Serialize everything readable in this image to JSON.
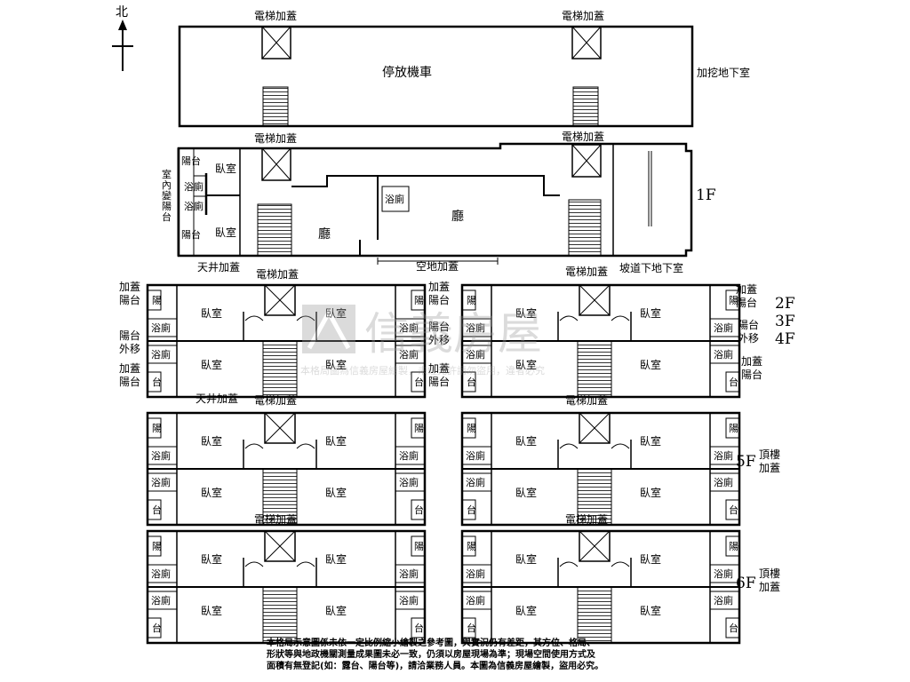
{
  "north": "北",
  "basement": {
    "elevator_left": "電梯加蓋",
    "elevator_right": "電梯加蓋",
    "area": "停放機車",
    "side_note": "加挖地下室"
  },
  "floor1": {
    "elevator_left": "電梯加蓋",
    "elevator_right": "電梯加蓋",
    "floor_label": "1F",
    "vertical_note": "室內變陽台",
    "balcony": "陽台",
    "bath": "浴廁",
    "bedroom": "臥室",
    "hall": "廳",
    "patio_note": "天井加蓋",
    "vacant_note": "空地加蓋",
    "ramp_note": "坡道下地下室"
  },
  "floors234": {
    "elevator_left": "電梯加蓋",
    "elevator_right": "電梯加蓋",
    "floor_labels": [
      "2F",
      "3F",
      "4F"
    ],
    "annot_add": "加蓋",
    "annot_balcony": "陽台",
    "annot_move": "外移",
    "patio_note": "天井加蓋"
  },
  "floor5": {
    "elevator_left": "電梯加蓋",
    "elevator_right": "電梯加蓋",
    "floor_label": "5F",
    "roof1": "頂樓",
    "roof2": "加蓋"
  },
  "floor6": {
    "elevator_left": "電梯加蓋",
    "elevator_right": "電梯加蓋",
    "floor_label": "6F",
    "roof1": "頂樓",
    "roof2": "加蓋"
  },
  "watermark": {
    "brand": "信義房屋",
    "text": "本格局圖為信義房屋繪製，未經允許請勿盜用，違者必究"
  },
  "disclaimer": [
    "本格局示意圖係未依一定比例縮小繪製之參考圖，與實況仍有差距，其方位、格局、",
    "形狀等與地政機關測量成果圖未必一致，仍須以房屋現場為準；現場空間使用方式及",
    "面積有無登記(如：露台、陽台等)，請洽業務人員。本圖為信義房屋繪製，盜用必究。"
  ]
}
